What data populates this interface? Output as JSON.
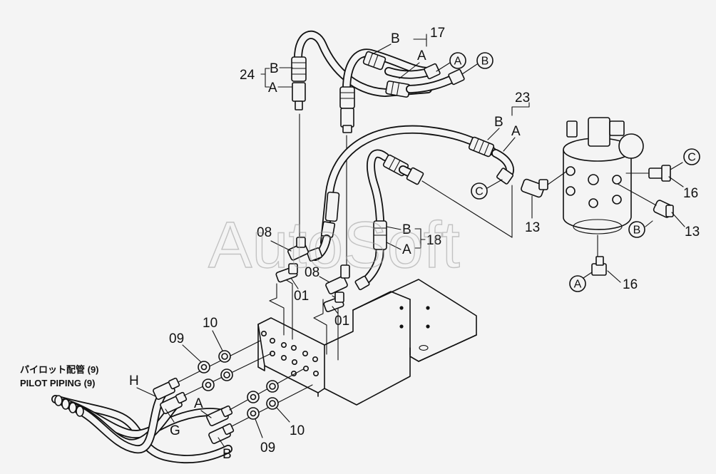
{
  "watermark": "AutoSoft",
  "pilot_label": {
    "jp": "パイロット配管 (9)",
    "en": "PILOT PIPING (9)"
  },
  "part_labels": {
    "p24": "24",
    "p24_b": "B",
    "p24_a": "A",
    "p17": "17",
    "p17_b": "B",
    "p17_a": "A",
    "p23": "23",
    "p23_b": "B",
    "p23_a": "A",
    "p18": "18",
    "p18_b": "B",
    "p18_a": "A",
    "p08_left": "08",
    "p01_left": "01",
    "p08_right": "08",
    "p01_right": "01",
    "p13_mid": "13",
    "p13_right": "13",
    "p16_top": "16",
    "p16_bottom": "16",
    "p09_top": "09",
    "p10_top": "10",
    "p09_bottom": "09",
    "p10_bottom": "10",
    "hose_h": "H",
    "hose_g": "G",
    "hose_a": "A",
    "hose_b": "B"
  },
  "ports": {
    "top_a": "A",
    "top_b": "B",
    "mid_c": "C",
    "right_c": "C",
    "right_b": "B",
    "right_a": "A"
  }
}
